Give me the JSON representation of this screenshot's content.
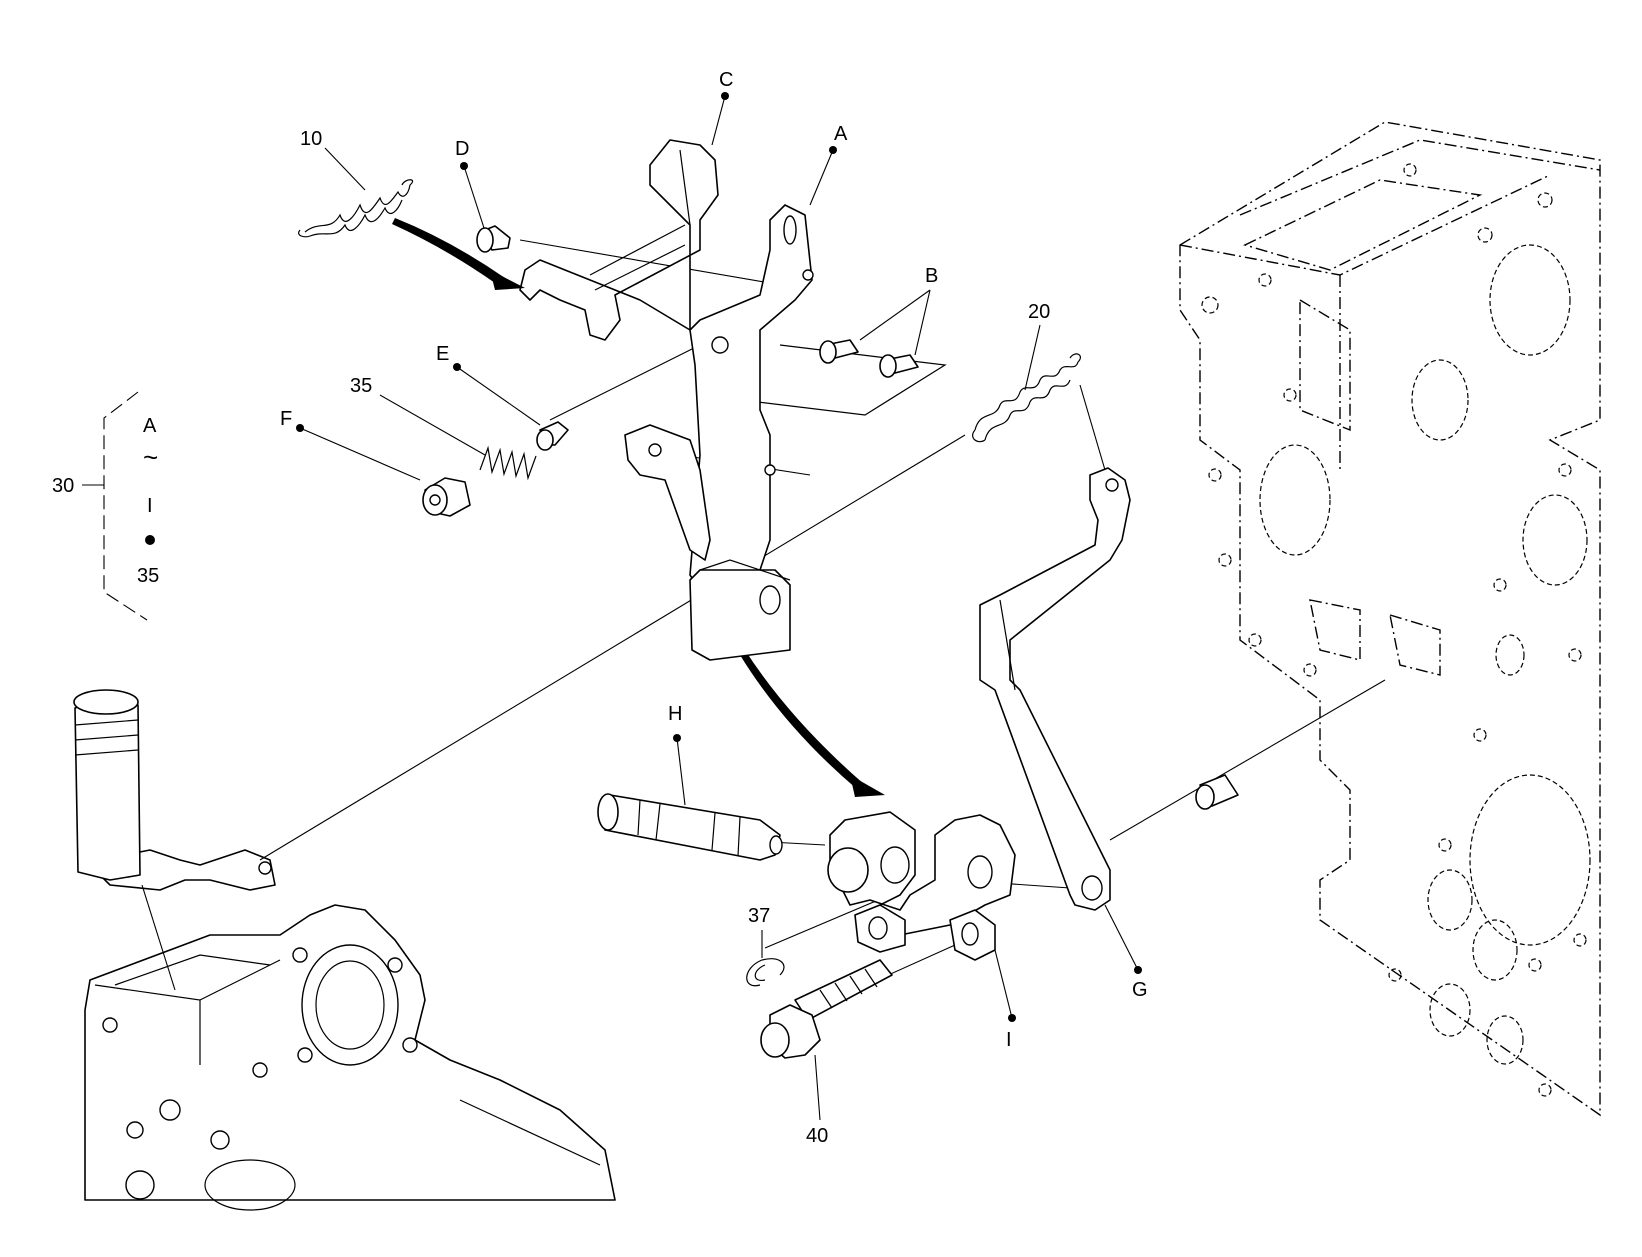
{
  "labels": {
    "c": "C",
    "d": "D",
    "a_top": "A",
    "ten": "10",
    "b": "B",
    "twenty": "20",
    "e": "E",
    "thirtyfive": "35",
    "f": "F",
    "h": "H",
    "thirtyseven": "37",
    "forty": "40",
    "i": "I",
    "g": "G"
  },
  "legend": {
    "group": "30",
    "top": "A",
    "tilde": "~",
    "bottom": "I",
    "dot_label": "35"
  }
}
